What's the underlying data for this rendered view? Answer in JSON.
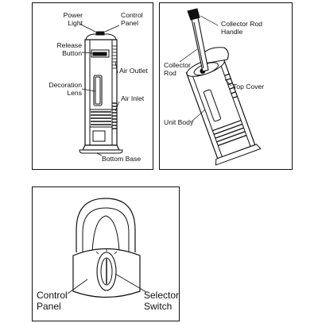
{
  "panel_tower": {
    "labels": {
      "power_light": "Power\nLight",
      "control_panel": "Control\nPanel",
      "release_button": "Release\nButton",
      "air_outlet": "Air Outlet",
      "decoration_lens": "Decoration\nLens",
      "air_inlet": "Air Inlet",
      "bottom_base": "Bottom Base"
    }
  },
  "panel_rod": {
    "labels": {
      "collector_rod_handle": "Collector Rod\nHandle",
      "collector_rod": "Collector\nRod",
      "top_cover": "Top Cover",
      "unit_body": "Unit Body"
    }
  },
  "panel_control": {
    "labels": {
      "control_panel": "Control\nPanel",
      "selector_switch": "Selector\nSwitch"
    }
  }
}
